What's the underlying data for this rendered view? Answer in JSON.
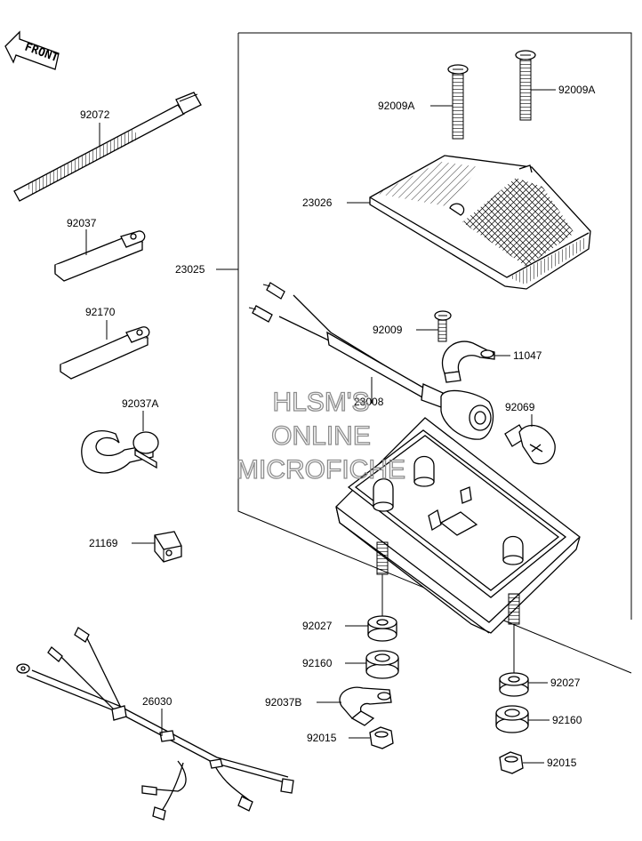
{
  "diagram": {
    "front_label": "FRONT",
    "watermark": [
      "HLSM'S",
      "ONLINE",
      "MICROFICHE"
    ],
    "callouts": {
      "p92072": "92072",
      "p92037": "92037",
      "p92170": "92170",
      "p92037A": "92037A",
      "p21169": "21169",
      "p26030": "26030",
      "p92009A_1": "92009A",
      "p92009A_2": "92009A",
      "p23026": "23026",
      "p23025": "23025",
      "p92009": "92009",
      "p11047": "11047",
      "p23008": "23008",
      "p92069": "92069",
      "p92027_1": "92027",
      "p92160_1": "92160",
      "p92037B": "92037B",
      "p92015_1": "92015",
      "p92027_2": "92027",
      "p92160_2": "92160",
      "p92015_2": "92015"
    }
  },
  "colors": {
    "line": "#000000",
    "watermark": "#8d8d8d",
    "background": "#ffffff"
  }
}
